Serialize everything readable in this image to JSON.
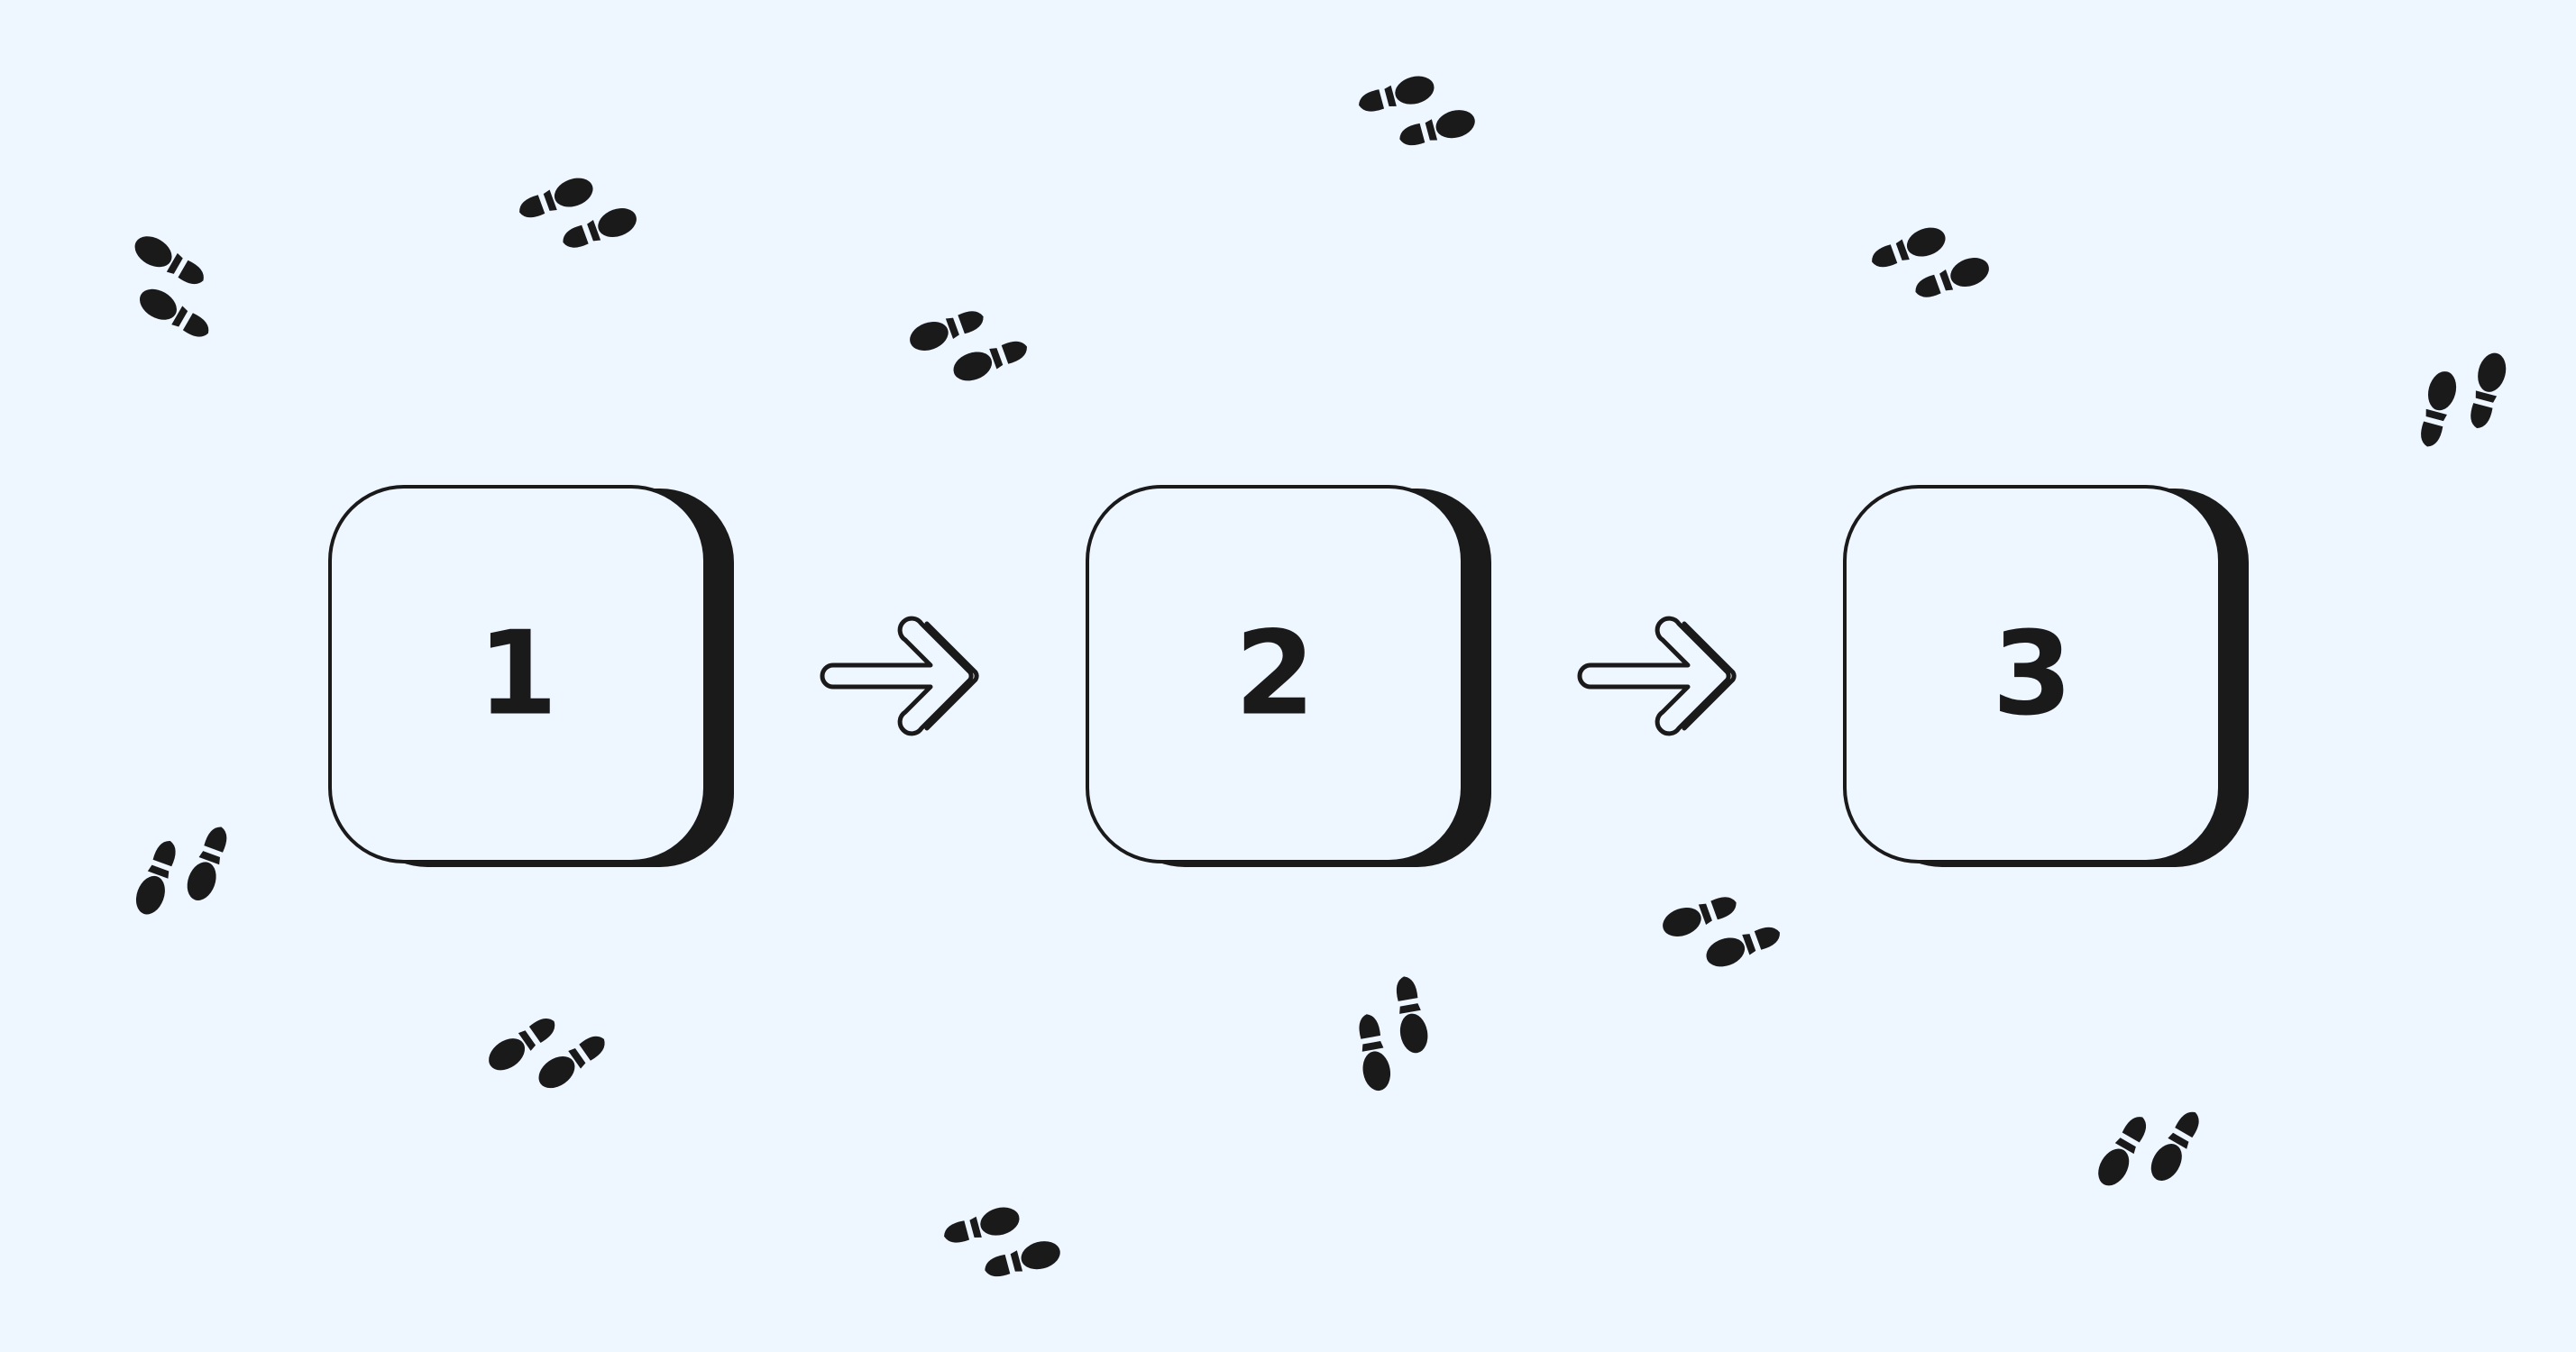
{
  "steps": [
    {
      "label": "1"
    },
    {
      "label": "2"
    },
    {
      "label": "3"
    }
  ],
  "colors": {
    "background": "#EEF6FF",
    "ink": "#1A1A1A",
    "card_fill": "#EEF6FF"
  },
  "icons": {
    "connector": "arrow-right-icon",
    "decoration": "footprints-icon"
  }
}
